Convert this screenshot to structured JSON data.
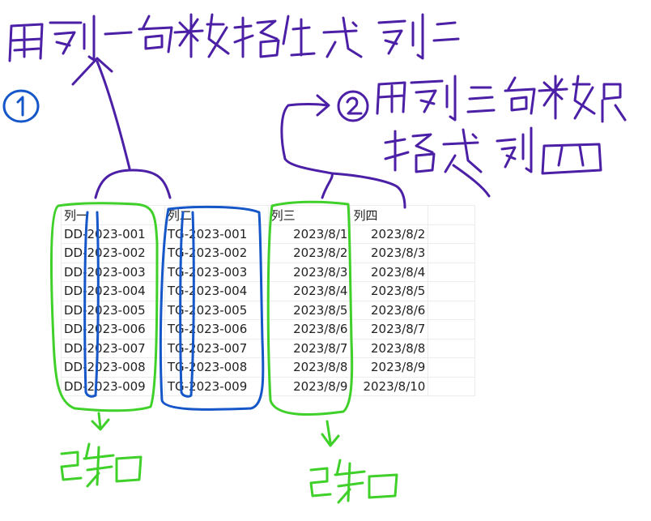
{
  "sheet": {
    "headers": [
      "列一",
      "列二",
      "列三",
      "列四"
    ],
    "rows": [
      [
        "DD-2023-001",
        "TG-2023-001",
        "2023/8/1",
        "2023/8/2"
      ],
      [
        "DD-2023-002",
        "TG-2023-002",
        "2023/8/2",
        "2023/8/3"
      ],
      [
        "DD-2023-003",
        "TG-2023-003",
        "2023/8/3",
        "2023/8/4"
      ],
      [
        "DD-2023-004",
        "TG-2023-004",
        "2023/8/4",
        "2023/8/5"
      ],
      [
        "DD-2023-005",
        "TG-2023-005",
        "2023/8/5",
        "2023/8/6"
      ],
      [
        "DD-2023-006",
        "TG-2023-006",
        "2023/8/6",
        "2023/8/7"
      ],
      [
        "DD-2023-007",
        "TG-2023-007",
        "2023/8/7",
        "2023/8/8"
      ],
      [
        "DD-2023-008",
        "TG-2023-008",
        "2023/8/8",
        "2023/8/9"
      ],
      [
        "DD-2023-009",
        "TG-2023-009",
        "2023/8/9",
        "2023/8/10"
      ]
    ]
  },
  "annotations": {
    "note_1_marker": "①",
    "note_1": "用列一的数据生成列二",
    "note_2_marker": "②",
    "note_2": "用列三的数据生成列四",
    "known": "已知",
    "ink_colors": {
      "purple": "#4b1fa6",
      "blue": "#1556c8",
      "green": "#3fd12a"
    }
  }
}
